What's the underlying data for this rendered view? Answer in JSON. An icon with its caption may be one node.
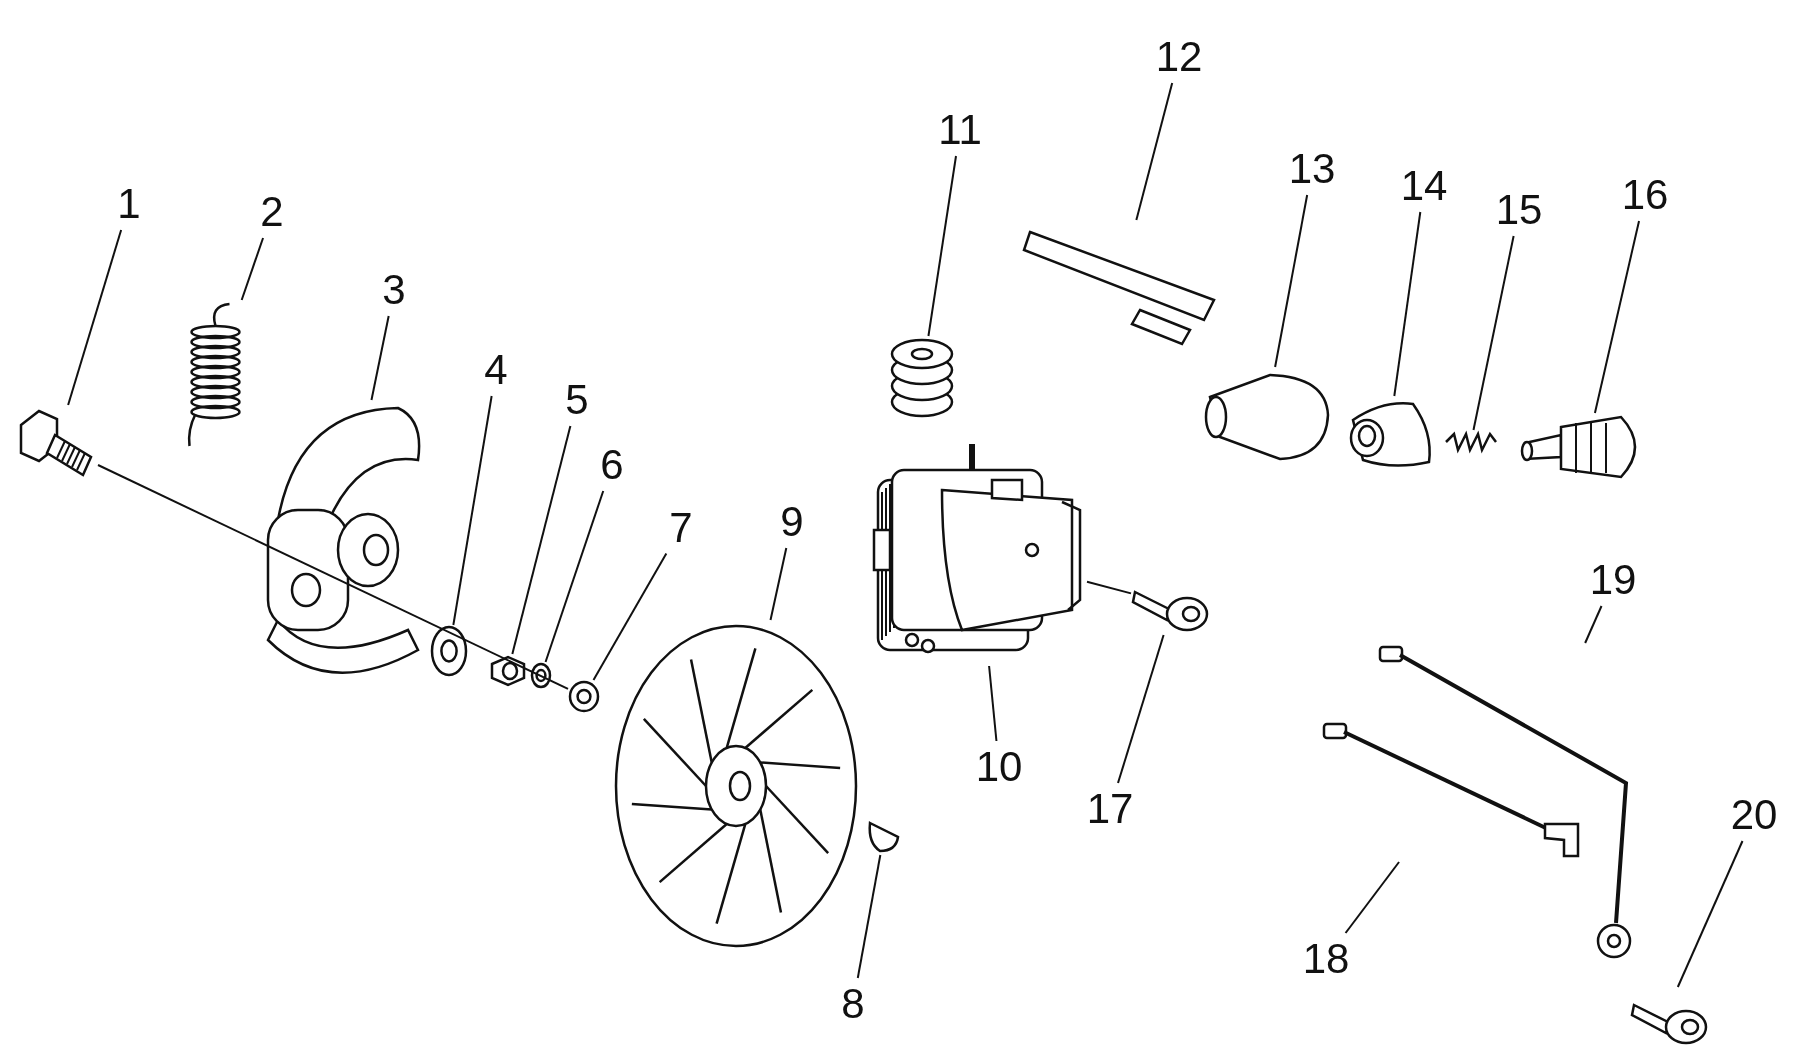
{
  "diagram": {
    "nodes": [
      {
        "text": [
          "1"
        ]
      },
      {
        "text": [
          "2"
        ]
      },
      {
        "text": [
          "3"
        ]
      },
      {
        "text": [
          "4"
        ]
      },
      {
        "text": [
          "5"
        ]
      },
      {
        "text": [
          "6"
        ]
      },
      {
        "text": [
          "7"
        ]
      },
      {
        "text": [
          "8"
        ]
      },
      {
        "text": [
          "9"
        ]
      },
      {
        "text": [
          "10"
        ]
      },
      {
        "text": [
          "11"
        ]
      },
      {
        "text": [
          "12"
        ]
      },
      {
        "text": [
          "13"
        ]
      },
      {
        "text": [
          "14"
        ]
      },
      {
        "text": [
          "15"
        ]
      },
      {
        "text": [
          "16"
        ]
      },
      {
        "text": [
          "17"
        ]
      },
      {
        "text": [
          "18"
        ]
      },
      {
        "text": [
          "19"
        ]
      },
      {
        "text": [
          "20"
        ]
      },
      {
        "text": [],
        "shape": "picture"
      },
      {
        "text": [],
        "shape": "picture"
      },
      {
        "text": [],
        "shape": "picture"
      },
      {
        "text": [],
        "shape": "picture"
      },
      {
        "text": [],
        "shape": "picture"
      },
      {
        "text": [],
        "shape": "picture"
      },
      {
        "text": [],
        "shape": "picture"
      },
      {
        "text": [],
        "shape": "picture"
      },
      {
        "text": [],
        "shape": "picture"
      },
      {
        "text": [],
        "shape": "picture"
      },
      {
        "text": [],
        "shape": "picture"
      },
      {
        "text": [],
        "shape": "picture"
      },
      {
        "text": [],
        "shape": "picture"
      },
      {
        "text": [],
        "shape": "picture"
      },
      {
        "text": [],
        "shape": "picture"
      },
      {
        "text": [],
        "shape": "picture"
      },
      {
        "text": [],
        "shape": "picture"
      },
      {
        "text": [],
        "shape": "picture"
      },
      {
        "text": [],
        "shape": "picture"
      },
      {
        "text": [],
        "shape": "picture"
      }
    ],
    "edges": [
      {
        "from": 0,
        "to": 20,
        "arrow": "none"
      },
      {
        "from": 1,
        "to": 21,
        "arrow": "none"
      },
      {
        "from": 2,
        "to": 22,
        "arrow": "none"
      },
      {
        "from": 3,
        "to": 23,
        "arrow": "none"
      },
      {
        "from": 4,
        "to": 24,
        "arrow": "none"
      },
      {
        "from": 5,
        "to": 25,
        "arrow": "none"
      },
      {
        "from": 6,
        "to": 26,
        "arrow": "none"
      },
      {
        "from": 7,
        "to": 27,
        "arrow": "none"
      },
      {
        "from": 8,
        "to": 28,
        "arrow": "none"
      },
      {
        "from": 9,
        "to": 29,
        "arrow": "none"
      },
      {
        "from": 10,
        "to": 30,
        "arrow": "none"
      },
      {
        "from": 11,
        "to": 31,
        "arrow": "none"
      },
      {
        "from": 12,
        "to": 32,
        "arrow": "none"
      },
      {
        "from": 13,
        "to": 33,
        "arrow": "none"
      },
      {
        "from": 14,
        "to": 34,
        "arrow": "none"
      },
      {
        "from": 15,
        "to": 35,
        "arrow": "none"
      },
      {
        "from": 16,
        "to": 36,
        "arrow": "none"
      },
      {
        "from": 17,
        "to": 37,
        "arrow": "none"
      },
      {
        "from": 18,
        "to": 38,
        "arrow": "none"
      },
      {
        "from": 19,
        "to": 39,
        "arrow": "none"
      },
      {
        "from": 20,
        "to": 26,
        "arrow": "none"
      },
      {
        "from": 29,
        "to": 36,
        "arrow": "none"
      }
    ]
  }
}
